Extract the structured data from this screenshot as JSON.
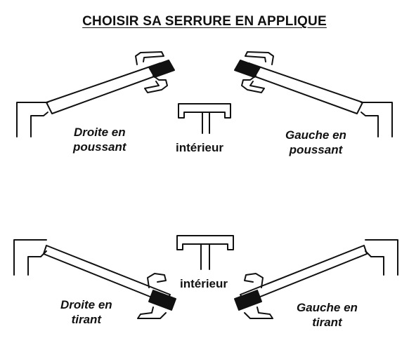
{
  "title": "CHOISIR SA SERRURE EN APPLIQUE",
  "interieur_top": "intérieur",
  "interieur_bottom": "intérieur",
  "labels": {
    "top_left": [
      "Droite en",
      "poussant"
    ],
    "top_right": [
      "Gauche en",
      "poussant"
    ],
    "bottom_left": [
      "Droite en",
      "tirant"
    ],
    "bottom_right": [
      "Gauche en",
      "tirant"
    ]
  }
}
